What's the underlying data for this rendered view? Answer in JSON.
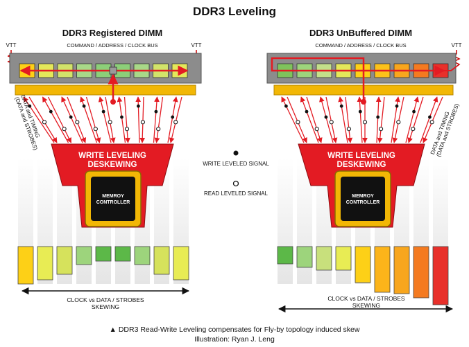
{
  "title": "DDR3 Leveling",
  "left": {
    "heading": "DDR3 Registered DIMM",
    "bus_label": "COMMAND / ADDRESS / CLOCK BUS",
    "vtt_left": "VTT",
    "vtt_right": "VTT",
    "side_label_line1": "DATA and TIMING",
    "side_label_line2": "(DATA and STROBES)",
    "engine_line1": "WRITE LEVELING",
    "engine_line2": "DESKEWING",
    "controller_line1": "MEMROY",
    "controller_line2": "CONTROLLER",
    "skew_line1": "CLOCK vs DATA / STROBES",
    "skew_line2": "SKEWING",
    "chip_colors": [
      "#fdd017",
      "#e4e85a",
      "#d2e36a",
      "#a8d888",
      "#8ccf79",
      "#8ccf79",
      "#a8d888",
      "#d2e36a",
      "#e4e85a"
    ],
    "bar_colors": [
      "#fdd017",
      "#e8ec54",
      "#d6e25c",
      "#9dd47c",
      "#5cb848",
      "#5cb848",
      "#9dd47c",
      "#d6e25c",
      "#e8ec54"
    ]
  },
  "right": {
    "heading": "DDR3 UnBuffered DIMM",
    "bus_label": "COMMAND / ADDRESS / CLOCK BUS",
    "vtt_right": "VTT",
    "side_label_line1": "DATA and TIMING",
    "side_label_line2": "(DATA and STROBES)",
    "engine_line1": "WRITE LEVELING",
    "engine_line2": "DESKEWING",
    "controller_line1": "MEMROY",
    "controller_line2": "CONTROLLER",
    "skew_line1": "CLOCK vs DATA / STROBES",
    "skew_line2": "SKEWING",
    "chip_colors": [
      "#7fc35c",
      "#9dd47c",
      "#c3e08a",
      "#e4e85a",
      "#fdd017",
      "#fcc21a",
      "#f8a61d",
      "#f47a20",
      "#e8302a"
    ],
    "bar_colors": [
      "#5cb848",
      "#9dd47c",
      "#c8e07c",
      "#e8ec54",
      "#fdd017",
      "#fcb41a",
      "#f8a61d",
      "#f47a20",
      "#e8302a"
    ]
  },
  "legend": {
    "write": "WRITE LEVELED SIGNAL",
    "read": "READ LEVELED SIGNAL"
  },
  "caption_line1": "▲ DDR3 Read-Write Leveling compensates for Fly-by topology induced skew",
  "caption_line2": "Illustration: Ryan J. Leng"
}
